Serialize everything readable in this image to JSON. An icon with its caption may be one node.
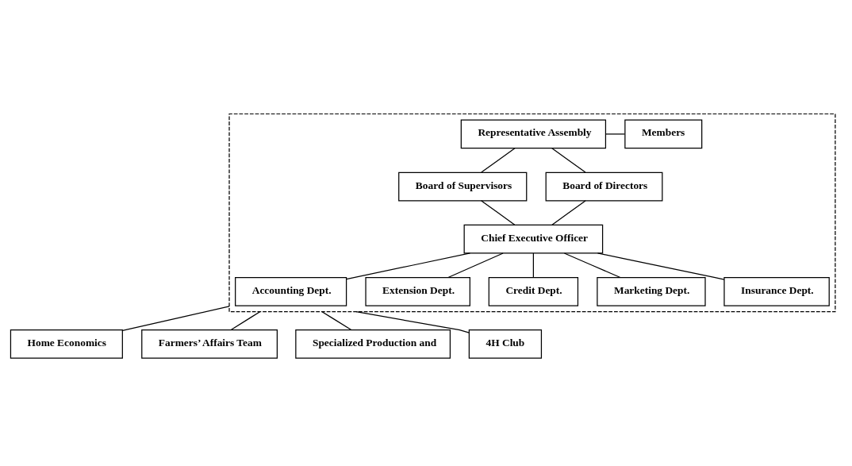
{
  "diagram": {
    "nodes": [
      {
        "text": [],
        "shape": "box"
      },
      {
        "text": [
          "Representative Assembly"
        ],
        "in": 0
      },
      {
        "text": [
          "Members"
        ],
        "in": 0
      },
      {
        "text": [
          "Board of Supervisors"
        ],
        "in": 0
      },
      {
        "text": [
          "Board of Directors"
        ],
        "in": 0
      },
      {
        "text": [
          "Chief Executive Officer"
        ],
        "in": 0
      },
      {
        "text": [
          "Accounting Dept."
        ],
        "in": 0
      },
      {
        "text": [
          "Extension Dept."
        ],
        "in": 0
      },
      {
        "text": [
          "Credit Dept."
        ],
        "in": 0
      },
      {
        "text": [
          "Marketing Dept."
        ],
        "in": 0
      },
      {
        "text": [
          "Insurance Dept."
        ],
        "in": 0
      },
      {
        "text": [
          "Home Economics"
        ]
      },
      {
        "text": [
          "Farmers’ Affairs Team"
        ]
      },
      {
        "text": [
          "Specialized Production and"
        ]
      },
      {
        "text": [
          "4H Club"
        ]
      }
    ],
    "edges": [
      {
        "from": 1,
        "to": 2,
        "arrow": "none"
      },
      {
        "from": 1,
        "to": 3,
        "arrow": "none"
      },
      {
        "from": 1,
        "to": 4,
        "arrow": "none"
      },
      {
        "from": 3,
        "to": 5,
        "arrow": "none"
      },
      {
        "from": 4,
        "to": 5,
        "arrow": "none"
      },
      {
        "from": 5,
        "to": 6,
        "arrow": "none"
      },
      {
        "from": 5,
        "to": 7,
        "arrow": "none"
      },
      {
        "from": 5,
        "to": 8,
        "arrow": "none"
      },
      {
        "from": 5,
        "to": 9,
        "arrow": "none"
      },
      {
        "from": 5,
        "to": 10,
        "arrow": "none"
      },
      {
        "from": 0,
        "to": 11,
        "arrow": "none"
      },
      {
        "from": 0,
        "to": 12,
        "arrow": "none"
      },
      {
        "from": 0,
        "to": 13,
        "arrow": "none"
      },
      {
        "from": 0,
        "to": 14,
        "arrow": "none"
      }
    ]
  }
}
